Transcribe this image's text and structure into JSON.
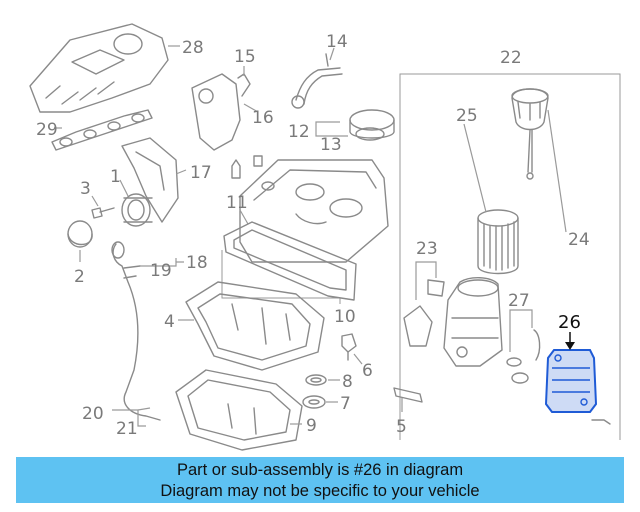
{
  "diagram": {
    "callouts": [
      {
        "id": "28",
        "label": "28"
      },
      {
        "id": "29",
        "label": "29"
      },
      {
        "id": "15",
        "label": "15"
      },
      {
        "id": "16",
        "label": "16"
      },
      {
        "id": "14",
        "label": "14"
      },
      {
        "id": "12",
        "label": "12"
      },
      {
        "id": "13",
        "label": "13"
      },
      {
        "id": "22",
        "label": "22"
      },
      {
        "id": "25",
        "label": "25"
      },
      {
        "id": "24",
        "label": "24"
      },
      {
        "id": "3",
        "label": "3"
      },
      {
        "id": "1",
        "label": "1"
      },
      {
        "id": "17",
        "label": "17"
      },
      {
        "id": "11",
        "label": "11"
      },
      {
        "id": "2",
        "label": "2"
      },
      {
        "id": "19",
        "label": "19"
      },
      {
        "id": "18",
        "label": "18"
      },
      {
        "id": "23",
        "label": "23"
      },
      {
        "id": "27",
        "label": "27"
      },
      {
        "id": "26",
        "label": "26"
      },
      {
        "id": "4",
        "label": "4"
      },
      {
        "id": "10",
        "label": "10"
      },
      {
        "id": "6",
        "label": "6"
      },
      {
        "id": "8",
        "label": "8"
      },
      {
        "id": "7",
        "label": "7"
      },
      {
        "id": "5",
        "label": "5"
      },
      {
        "id": "20",
        "label": "20"
      },
      {
        "id": "21",
        "label": "21"
      },
      {
        "id": "9",
        "label": "9"
      }
    ],
    "highlight_color": "#1f5bd6",
    "line_color": "#8a8a8a"
  },
  "caption": {
    "line1": "Part or sub-assembly is #26 in diagram",
    "line2": "Diagram may not be specific to your vehicle",
    "background": "#5ec2f2"
  }
}
